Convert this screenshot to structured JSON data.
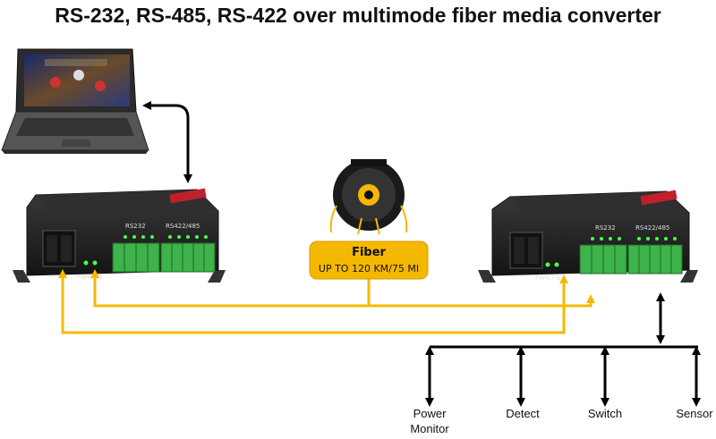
{
  "title": "RS-232, RS-485, RS-422 over multimode fiber media converter",
  "fiber_box": {
    "title": "Fiber",
    "subtitle": "UP TO 120 KM/75 MI"
  },
  "converter_left": {
    "port_group_1": "RS232",
    "port_group_2": "RS422/485",
    "led_1": "PWR",
    "led_2": "FIB"
  },
  "converter_right": {
    "port_group_1": "RS232",
    "port_group_2": "RS422/485",
    "led_1": "PWR",
    "led_2": "FIB"
  },
  "devices": {
    "power_monitor_line1": "Power",
    "power_monitor_line2": "Monitor",
    "detect": "Detect",
    "switch": "Switch",
    "sensor": "Sensor"
  },
  "colors": {
    "fiber": "#f5b800",
    "device": "#1e1e1e",
    "terminal": "#3db34a",
    "led": "#4cff4c",
    "brand": "#c0202a"
  },
  "icons": [
    "laptop-icon",
    "fiber-reel-icon"
  ]
}
